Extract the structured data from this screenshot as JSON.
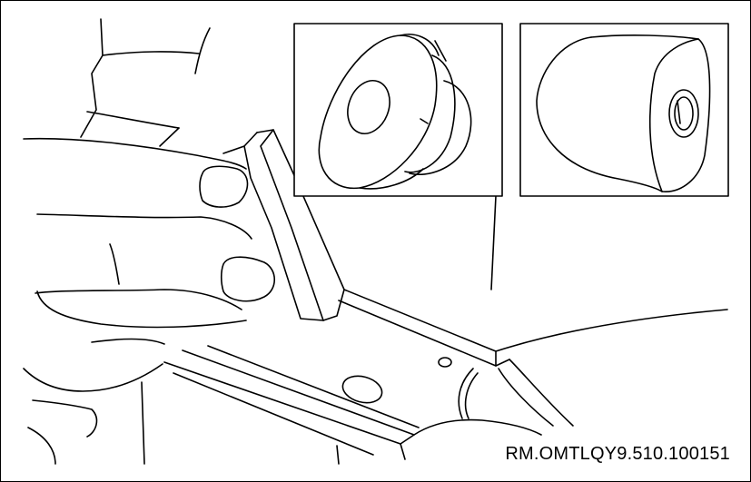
{
  "figure": {
    "reference_code": "RM.OMTLQY9.510.100151",
    "inset_left": "rubber grommet with flange",
    "inset_right": "rubber cap / bump stop",
    "main_view": "hand pressing trim panel with grommets"
  },
  "colors": {
    "line": "#000000",
    "background": "#ffffff"
  }
}
